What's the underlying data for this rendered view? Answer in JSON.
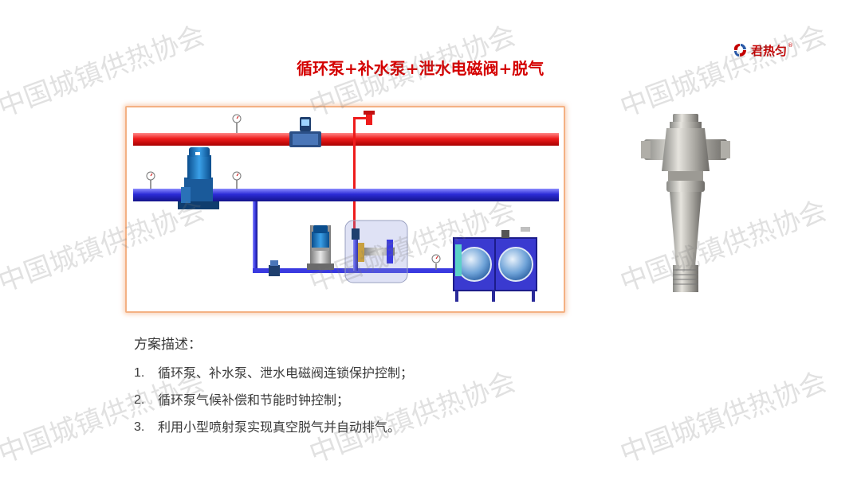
{
  "slide": {
    "title": "循环泵+补水泵+泄水电磁阀+脱气",
    "logo": {
      "text": "君热匀",
      "mark": "®"
    },
    "description": {
      "heading": "方案描述：",
      "items": [
        {
          "num": "1.",
          "text": "循环泵、补水泵、泄水电磁阀连锁保护控制；"
        },
        {
          "num": "2.",
          "text": "循环泵气候补偿和节能时钟控制；"
        },
        {
          "num": "3.",
          "text": "利用小型喷射泵实现真空脱气并自动排气。"
        }
      ]
    },
    "watermark": "中国城镇供热协会"
  },
  "diagram": {
    "supply_pipe_color": "#ee1c1c",
    "return_pipe_color": "#2b2bd6",
    "frame_border": "#f4b183"
  }
}
